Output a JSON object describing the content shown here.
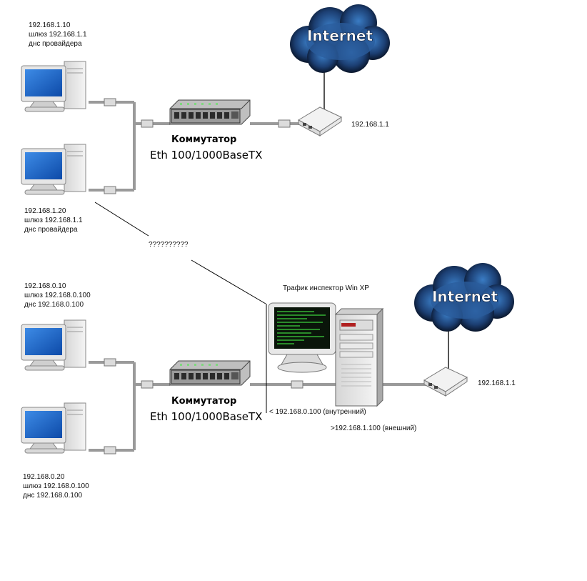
{
  "top": {
    "pc1": {
      "ip": "192.168.1.10",
      "gateway": "шлюз 192.168.1.1",
      "dns": "днс провайдера"
    },
    "pc2": {
      "ip": "192.168.1.20",
      "gateway": "шлюз 192.168.1.1",
      "dns": "днс провайдера"
    },
    "switch": {
      "title": "Коммутатор",
      "model": "Eth 100/1000BaseTX"
    },
    "router_ip": "192.168.1.1",
    "cloud_label": "Internet"
  },
  "question": "??????????",
  "bottom": {
    "pc1": {
      "ip": "192.168.0.10",
      "gateway": "шлюз 192.168.0.100",
      "dns": "днс 192.168.0.100"
    },
    "pc2": {
      "ip": "192.168.0.20",
      "gateway": "шлюз 192.168.0.100",
      "dns": "днс 192.168.0.100"
    },
    "switch": {
      "title": "Коммутатор",
      "model": "Eth 100/1000BaseTX"
    },
    "server_title": "Трафик инспектор Win XP",
    "internal_ip": "< 192.168.0.100 (внутренний)",
    "external_ip": ">192.168.1.100 (внешний)",
    "router_ip": "192.168.1.1",
    "cloud_label": "Internet"
  },
  "colors": {
    "cloud_dark": "#0b1a33",
    "cloud_blue": "#2f6fb5",
    "screen_blue": "#1e63c9",
    "terminal_green": "#3fd23f"
  },
  "icons": [
    "desktop-pc-icon",
    "network-switch-icon",
    "router-icon",
    "internet-cloud-icon",
    "server-tower-icon",
    "crt-monitor-icon"
  ]
}
